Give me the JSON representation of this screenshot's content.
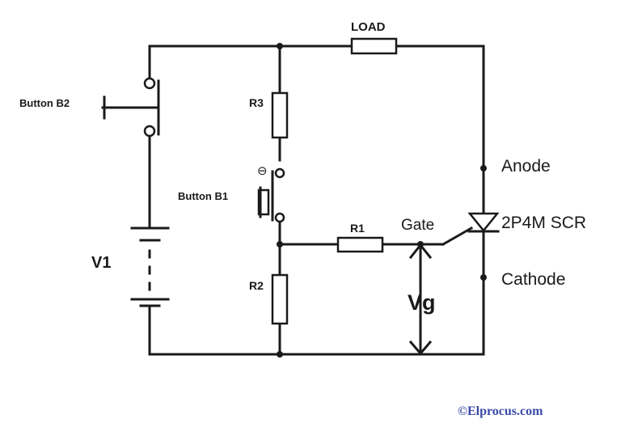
{
  "labels": {
    "load": "LOAD",
    "button_b2": "Button B2",
    "button_b1": "Button B1",
    "r3": "R3",
    "r1": "R1",
    "r2": "R2",
    "v1": "V1",
    "gate": "Gate",
    "anode": "Anode",
    "scr": "2P4M SCR",
    "cathode": "Cathode",
    "vg": "Vg",
    "minus": "⊖"
  },
  "watermark": "©Elprocus.com",
  "colors": {
    "wire": "#1a1a1a",
    "watermark": "#3b4aa8"
  }
}
